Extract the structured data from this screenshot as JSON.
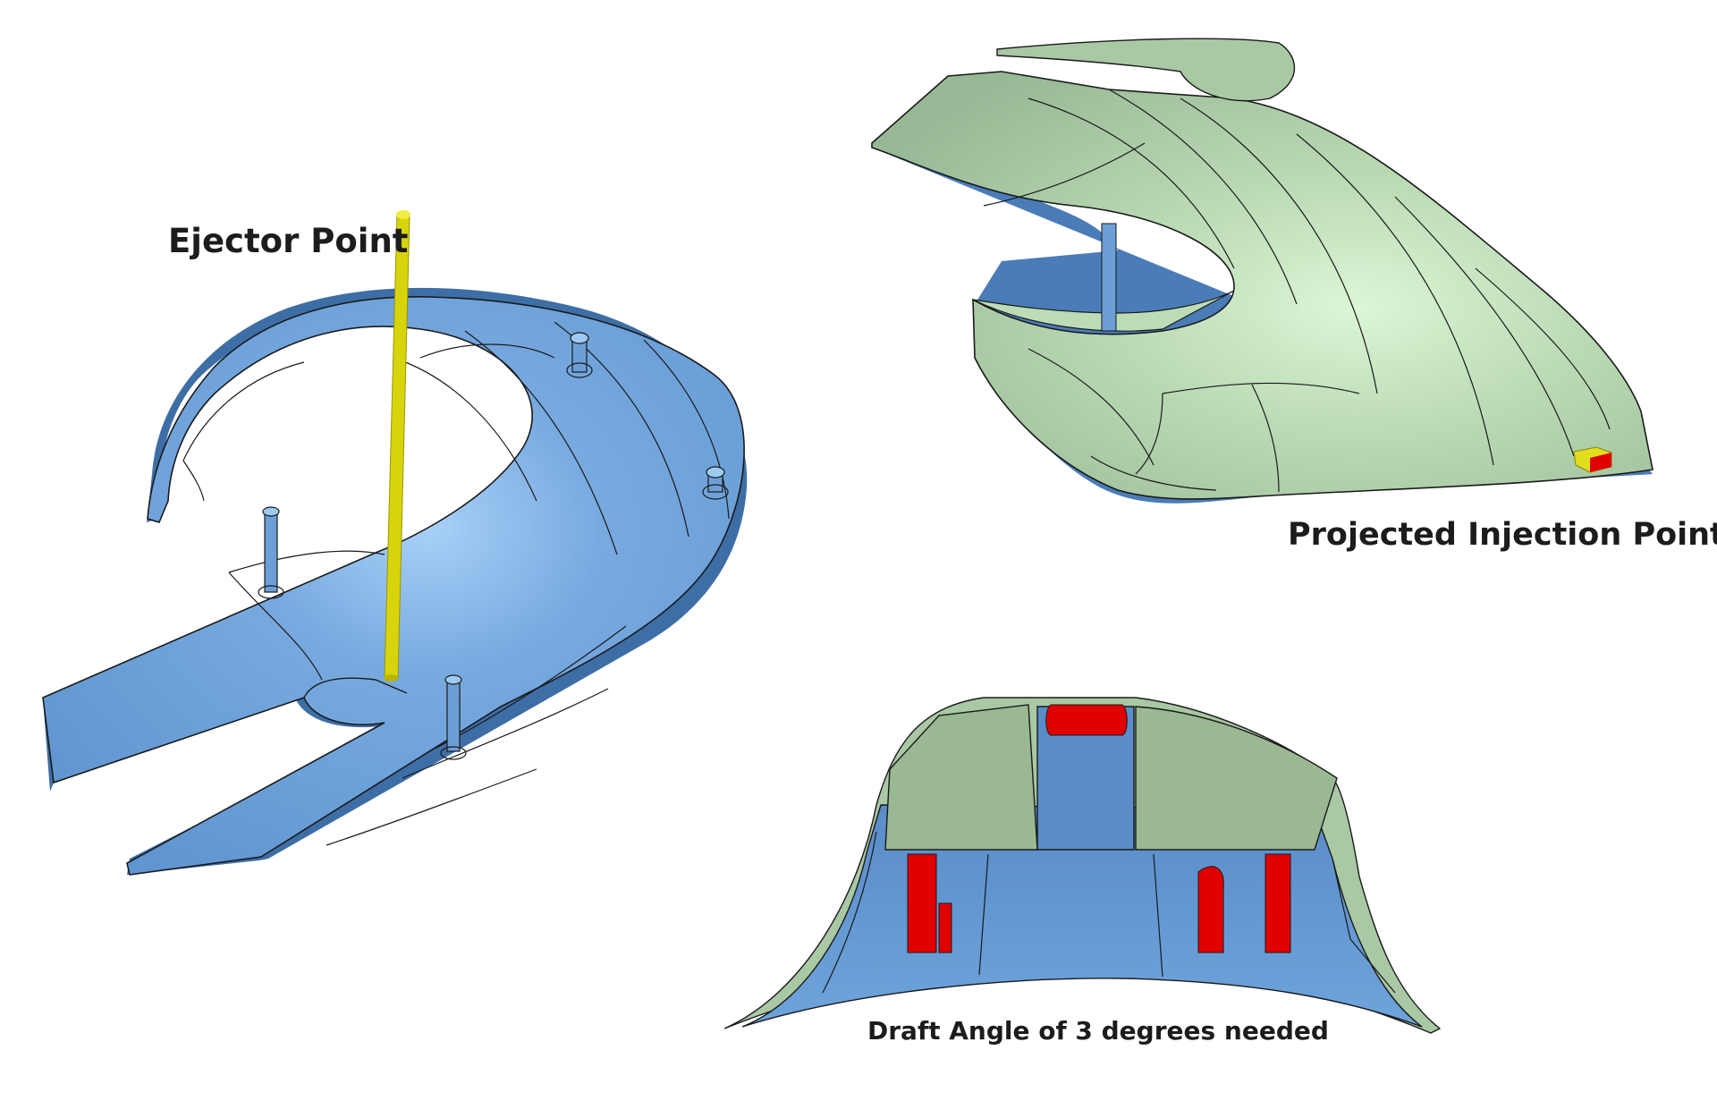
{
  "labels": {
    "ejector": "Ejector Point",
    "injection": "Projected Injection Point",
    "draft": "Draft Angle of 3 degrees needed"
  },
  "colors": {
    "background": "#ffffff",
    "part_blue": "#6c9fd6",
    "part_blue_dark": "#3f6ea8",
    "part_green": "#a9c8a4",
    "part_green_light": "#c8e6c2",
    "ejector_yellow": "#d8d40c",
    "draft_red": "#e00000",
    "edge_line": "#1a1a1a"
  },
  "views": [
    {
      "name": "bottom-view-with-ejector",
      "icon": "ejector-pin-icon"
    },
    {
      "name": "top-view-with-injection",
      "icon": "injection-gate-icon"
    },
    {
      "name": "section-view-draft-analysis",
      "icon": "draft-face-icon"
    }
  ]
}
